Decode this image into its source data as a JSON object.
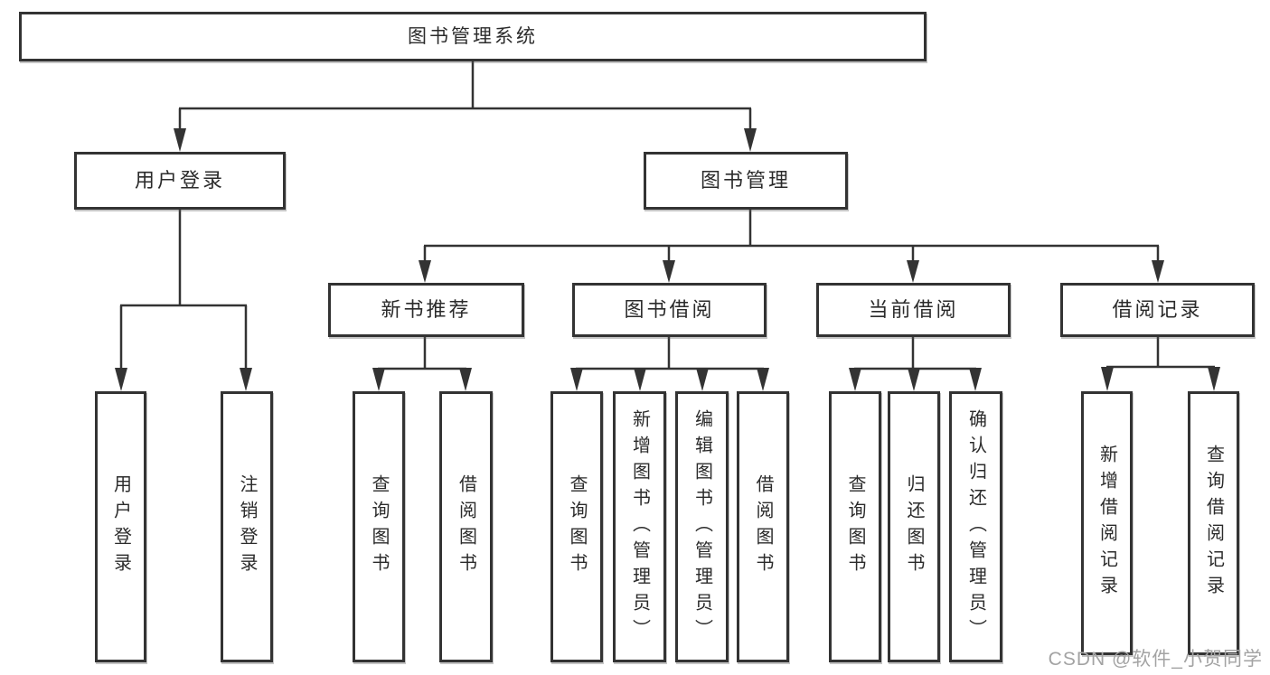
{
  "nodes": {
    "root": "图书管理系统",
    "level1": [
      "用户登录",
      "图书管理"
    ],
    "level2": [
      "新书推荐",
      "图书借阅",
      "当前借阅",
      "借阅记录"
    ],
    "leaves_user_login": [
      "用户登录",
      "注销登录"
    ],
    "leaves_new_books": [
      "查询图书",
      "借阅图书"
    ],
    "leaves_book_borrow": [
      "查询图书",
      "新增图书（管理员）",
      "编辑图书（管理员）",
      "借阅图书"
    ],
    "leaves_current_borrow": [
      "查询图书",
      "归还图书",
      "确认归还（管理员）"
    ],
    "leaves_borrow_records": [
      "新增借阅记录",
      "查询借阅记录"
    ]
  },
  "watermark": "CSDN @软件_小贺同学",
  "colors": {
    "line": "#333333",
    "border": "#333333",
    "text": "#2b2b2b",
    "watermark": "#a3a3a3",
    "background": "#ffffff"
  }
}
